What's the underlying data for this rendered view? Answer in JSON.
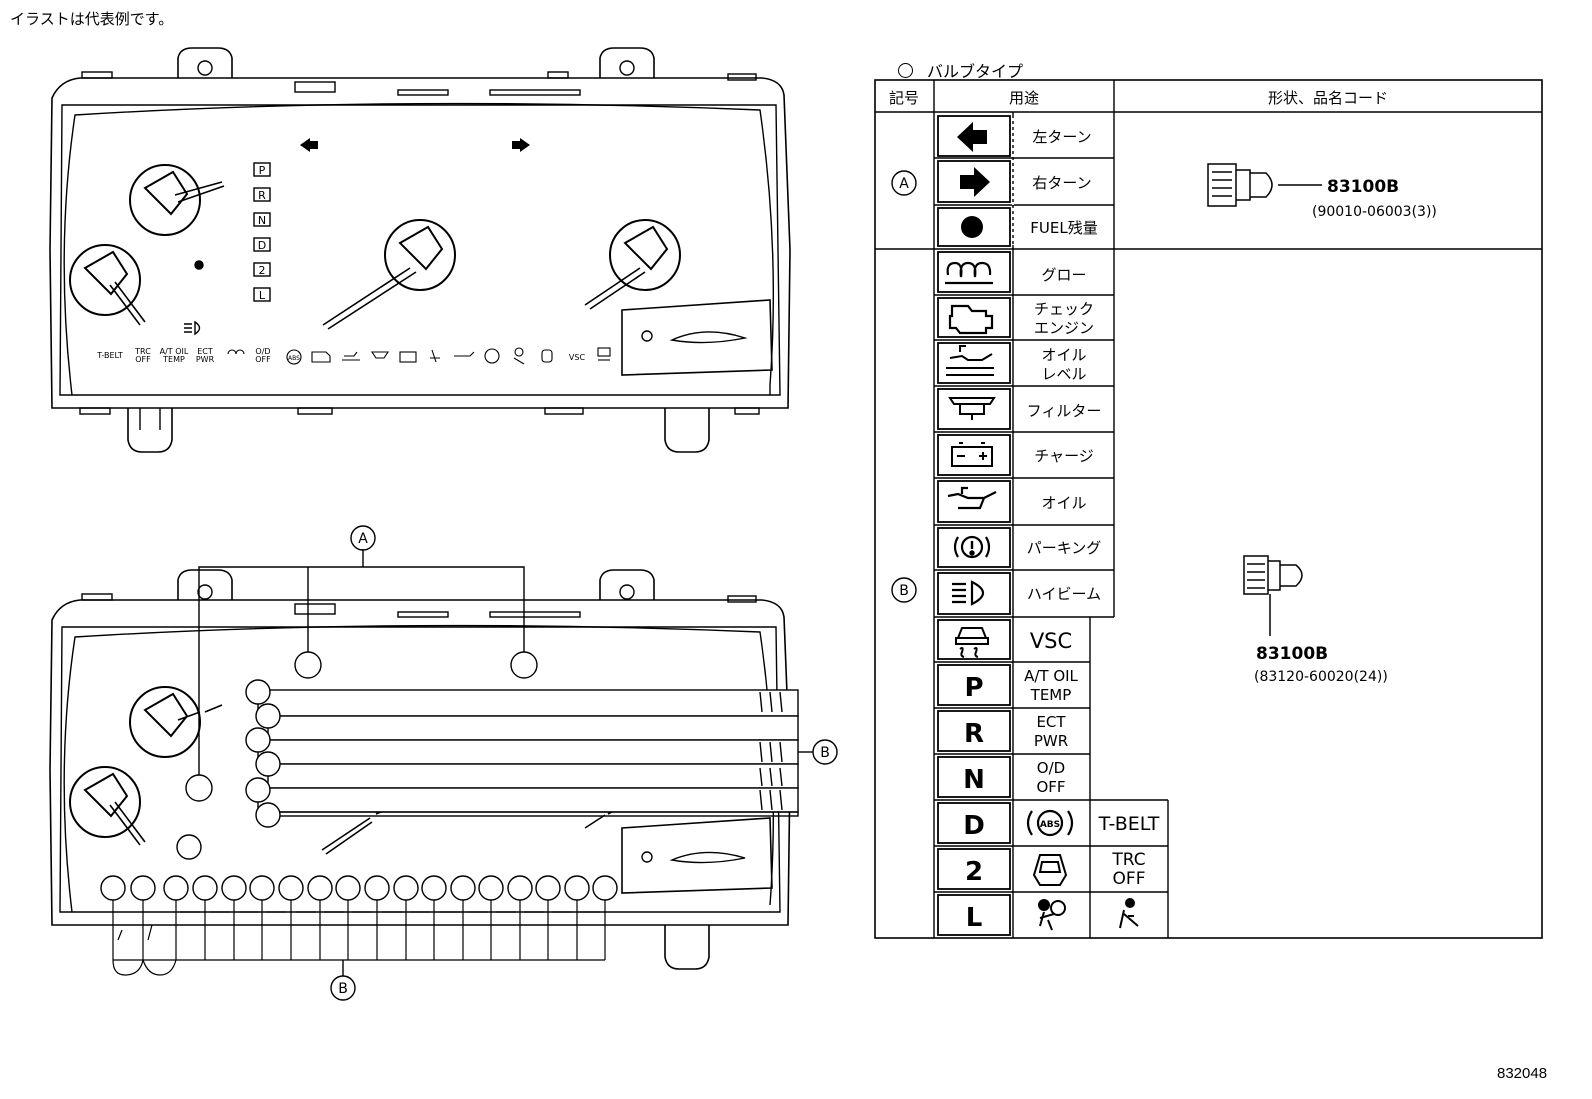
{
  "note": "イラストは代表例です。",
  "figure_number": "832048",
  "bulb_section_title": "バルブタイプ",
  "table": {
    "headers": {
      "symbol": "記号",
      "usage": "用途",
      "shape": "形状、品名コード"
    },
    "group_a": {
      "symbol": "A",
      "items": [
        "左ターン",
        "右ターン",
        "FUEL残量"
      ],
      "part_code": "83100B",
      "part_number": "(90010-06003(3))"
    },
    "group_b": {
      "symbol": "B",
      "items": [
        "グロー",
        "チェック",
        "エンジン",
        "オイル",
        "レベル",
        "フィルター",
        "チャージ",
        "オイル",
        "パーキング",
        "ハイビーム"
      ],
      "vsc": "VSC",
      "shift": [
        "P",
        "R",
        "N",
        "D",
        "2",
        "L"
      ],
      "labels": [
        "A/T OIL",
        "TEMP",
        "ECT",
        "PWR",
        "O/D",
        "OFF"
      ],
      "abs": "ABS",
      "tbelt": "T-BELT",
      "trc": [
        "TRC",
        "OFF"
      ],
      "part_code": "83100B",
      "part_number": "(83120-60020(24))"
    }
  },
  "cluster": {
    "shift_letters": [
      "P",
      "R",
      "N",
      "D",
      "2",
      "L"
    ],
    "bottom_labels": [
      "T-BELT",
      "TRC",
      "OFF",
      "A/T OIL",
      "TEMP",
      "ECT",
      "PWR",
      "O/D",
      "OFF",
      "VSC"
    ],
    "abs": "ABS",
    "callout_a": "A",
    "callout_b": "B"
  },
  "icons": [
    "left-arrow-icon",
    "right-arrow-icon",
    "fuel-dot-icon",
    "glow-plug-icon",
    "check-engine-icon",
    "oil-level-icon",
    "filter-icon",
    "battery-icon",
    "oil-pressure-icon",
    "parking-brake-icon",
    "high-beam-icon",
    "vsc-icon",
    "abs-icon",
    "door-icon",
    "airbag-icon",
    "seatbelt-icon"
  ]
}
